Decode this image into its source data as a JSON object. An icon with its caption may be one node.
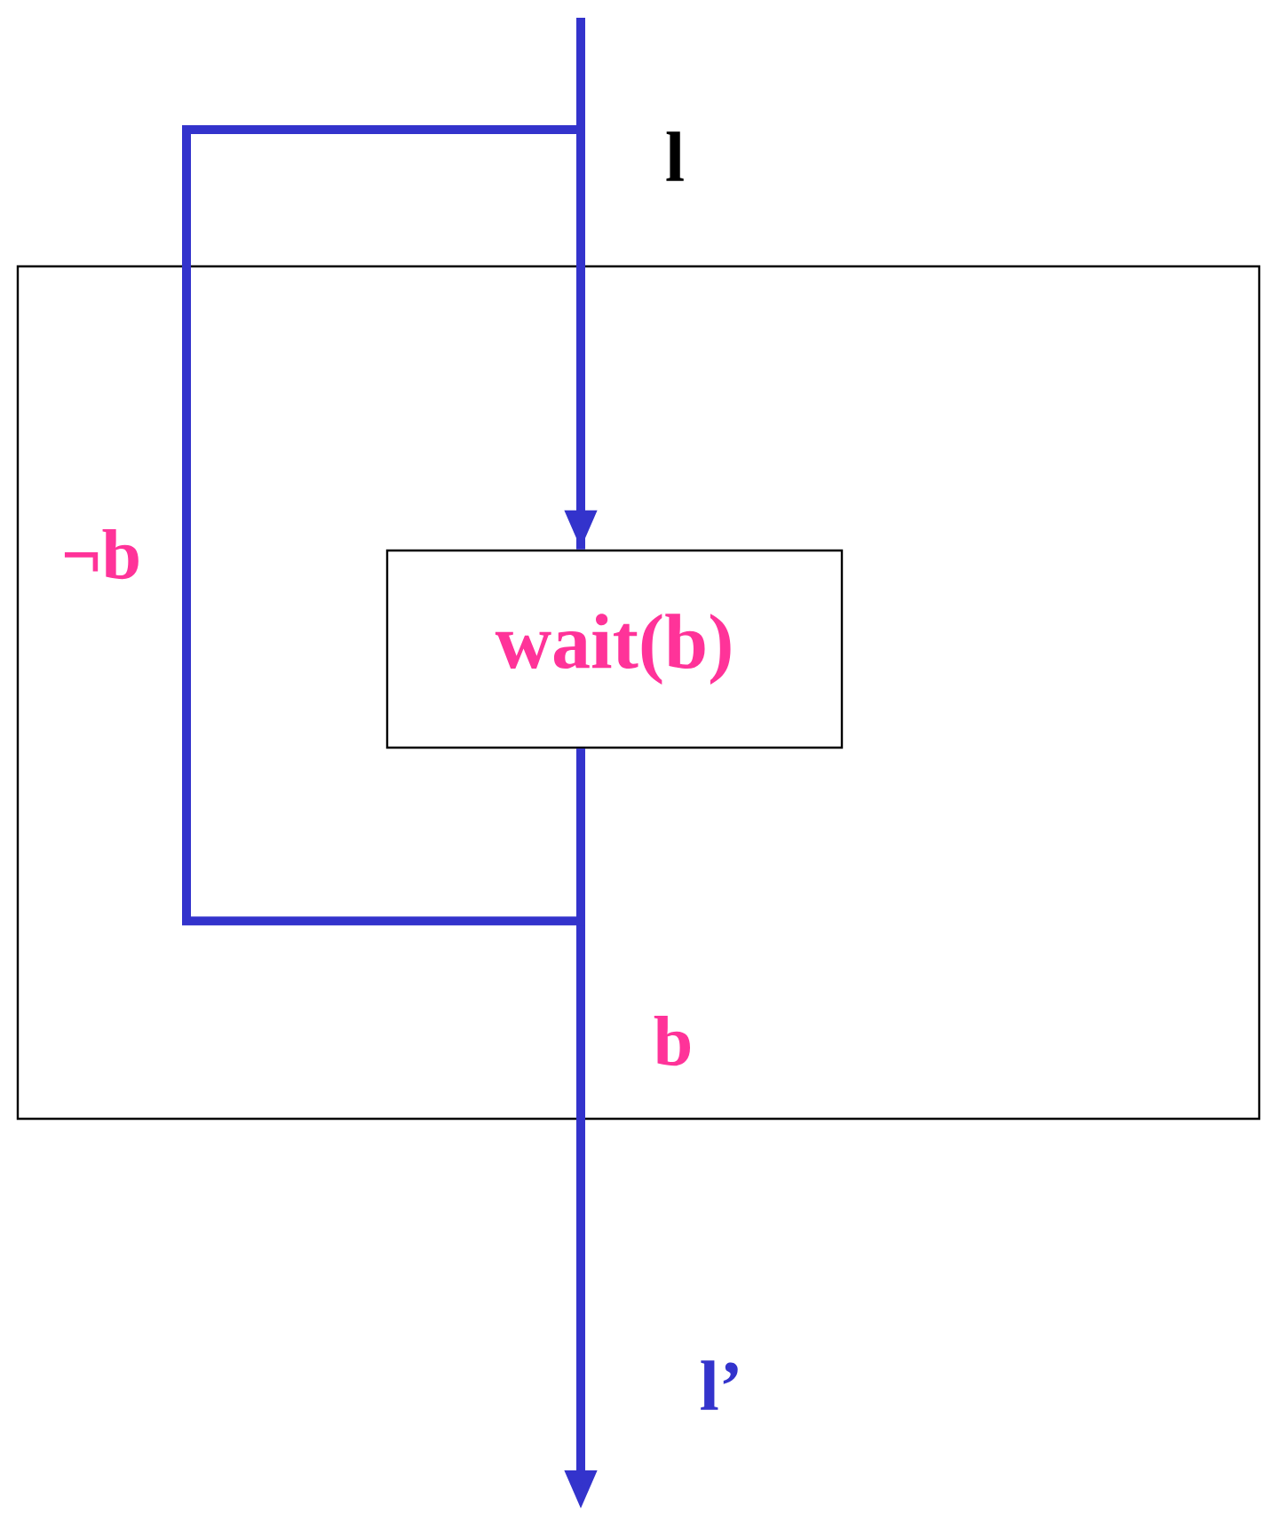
{
  "diagram": {
    "nodes": [
      {
        "text": [],
        "shape": "box"
      },
      {
        "text": [
          "wait(b)"
        ],
        "in": 0
      }
    ],
    "edges": [
      {
        "from": null,
        "to": 1,
        "arrow": "to",
        "label": "l"
      },
      {
        "from": 1,
        "to": null,
        "arrow": "to",
        "label": "b"
      },
      {
        "from": 1,
        "to": 1,
        "arrow": "none",
        "label": "¬b"
      }
    ],
    "labels": [
      "l’"
    ]
  }
}
